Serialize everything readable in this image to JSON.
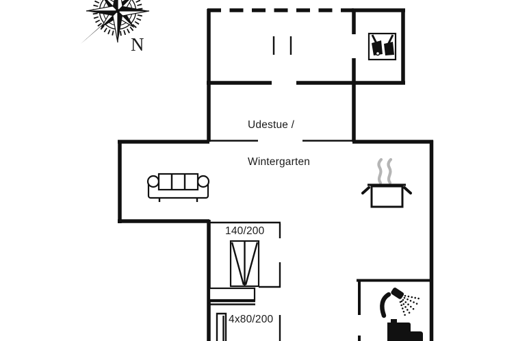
{
  "floorplan": {
    "labels": {
      "conservatory_line1": "Udestue /",
      "conservatory_line2": "Wintergarten",
      "double_bed_size": "140/200",
      "bunk_beds_size": "4x80/200",
      "compass_north": "N"
    },
    "icons": [
      {
        "name": "compass-rose-icon",
        "meaning": "north orientation compass"
      },
      {
        "name": "cleaning-tools-icon",
        "meaning": "utility / storage room"
      },
      {
        "name": "sofa-icon",
        "meaning": "living room sofa"
      },
      {
        "name": "cooking-pot-icon",
        "meaning": "kitchen"
      },
      {
        "name": "double-bed-icon",
        "meaning": "double bed 140/200"
      },
      {
        "name": "bunk-bed-partial",
        "meaning": "bunk beds 4x80/200"
      },
      {
        "name": "shower-icon",
        "meaning": "bathroom shower"
      },
      {
        "name": "toilet-icon",
        "meaning": "bathroom toilet"
      }
    ],
    "colors": {
      "wall": "#111111",
      "steam": "#b5b5b5",
      "text": "#1a1a1a",
      "background": "#ffffff"
    }
  }
}
